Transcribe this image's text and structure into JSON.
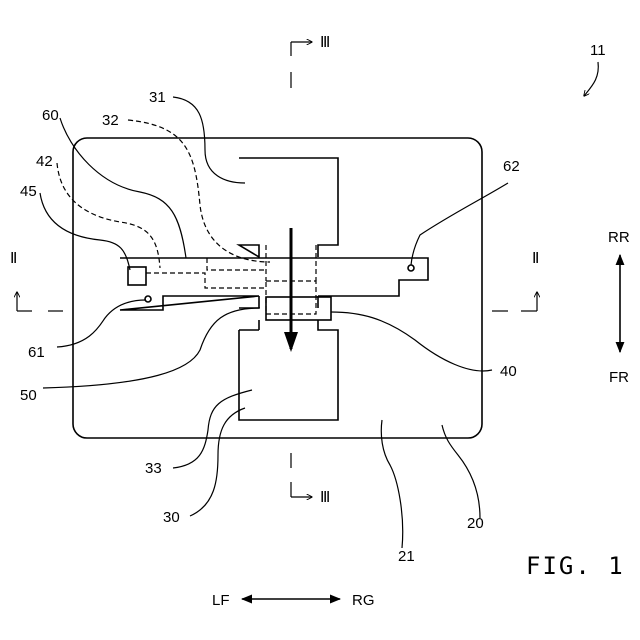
{
  "figure": {
    "title": "FIG. 1",
    "overall_ref": "11"
  },
  "reference_numerals": {
    "n20": "20",
    "n21": "21",
    "n30": "30",
    "n31": "31",
    "n32": "32",
    "n33": "33",
    "n40": "40",
    "n42": "42",
    "n45": "45",
    "n50": "50",
    "n60": "60",
    "n61": "61",
    "n62": "62"
  },
  "section_marks": {
    "ii_left": "Ⅱ",
    "ii_right": "Ⅱ",
    "iii_top": "Ⅲ",
    "iii_bottom": "Ⅲ"
  },
  "directions": {
    "rear": "RR",
    "front": "FR",
    "left": "LF",
    "right": "RG"
  }
}
